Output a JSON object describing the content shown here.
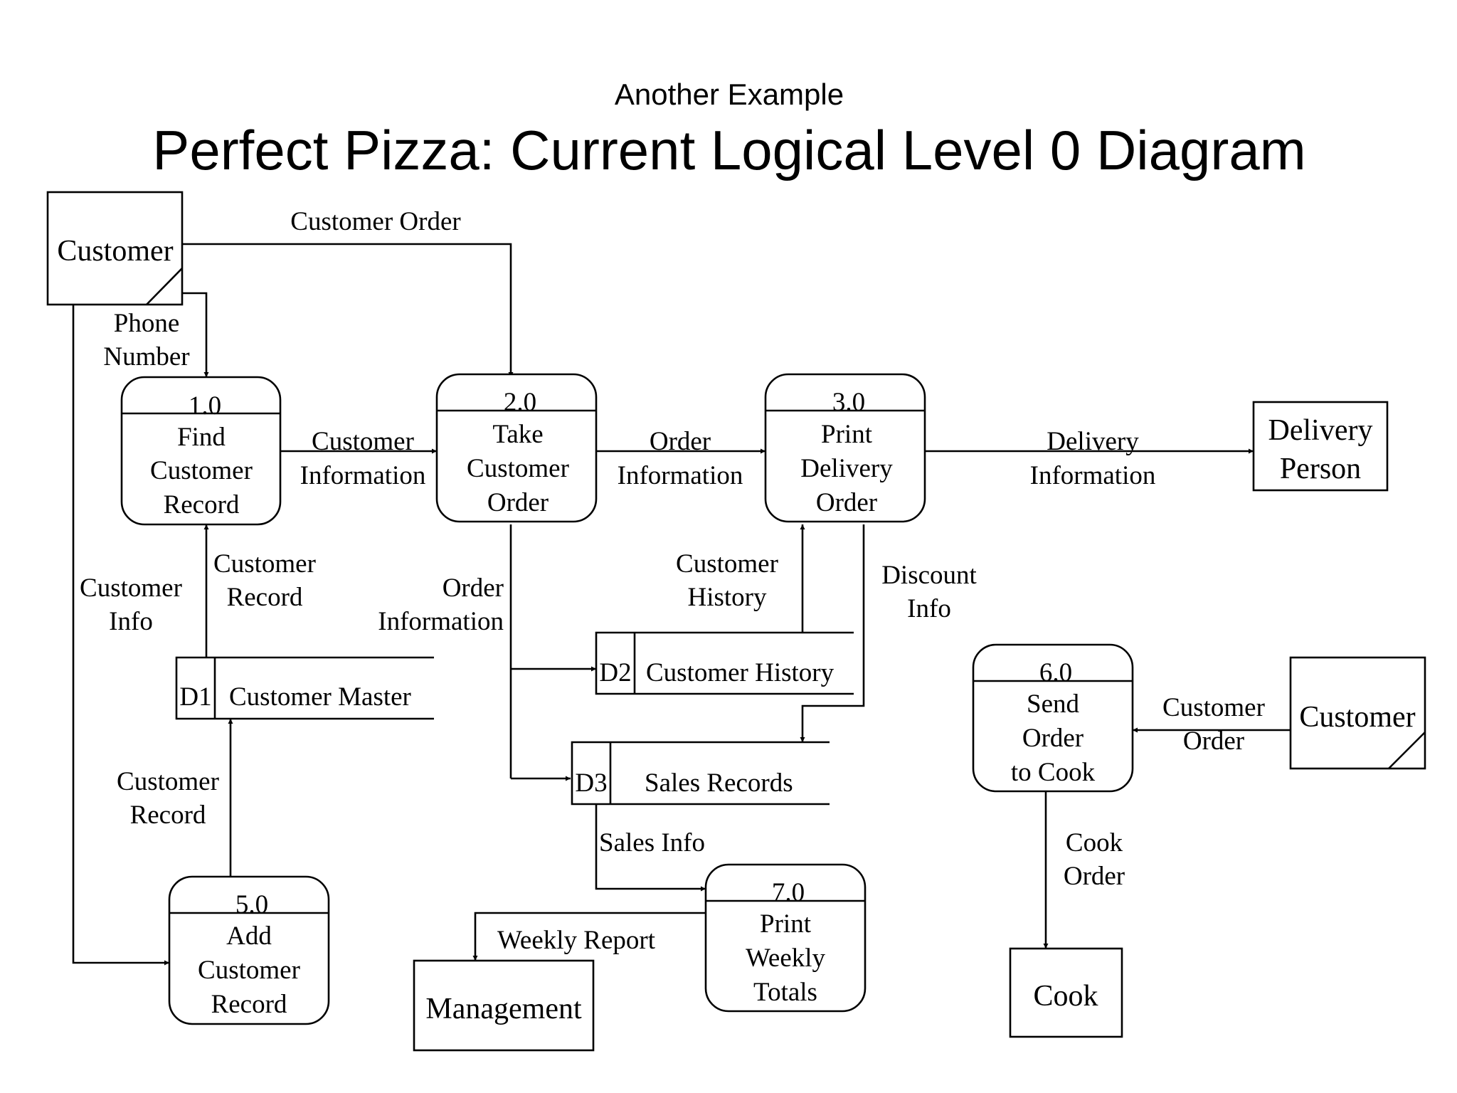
{
  "header": {
    "subtitle": "Another Example",
    "title": "Perfect Pizza: Current Logical Level 0 Diagram"
  },
  "entities": {
    "customer_top": "Customer",
    "delivery_person": [
      "Delivery",
      "Person"
    ],
    "customer_right": "Customer",
    "management": "Management",
    "cook": "Cook"
  },
  "processes": {
    "p1": {
      "id": "1.0",
      "lines": [
        "Find",
        "Customer",
        "Record"
      ]
    },
    "p2": {
      "id": "2.0",
      "lines": [
        "Take",
        "Customer",
        "Order"
      ]
    },
    "p3": {
      "id": "3.0",
      "lines": [
        "Print",
        "Delivery",
        "Order"
      ]
    },
    "p5": {
      "id": "5.0",
      "lines": [
        "Add",
        "Customer",
        "Record"
      ]
    },
    "p6": {
      "id": "6.0",
      "lines": [
        "Send",
        "Order",
        "to Cook"
      ]
    },
    "p7": {
      "id": "7.0",
      "lines": [
        "Print",
        "Weekly",
        "Totals"
      ]
    }
  },
  "stores": {
    "d1": {
      "id": "D1",
      "name": "Customer Master"
    },
    "d2": {
      "id": "D2",
      "name": "Customer History"
    },
    "d3": {
      "id": "D3",
      "name": "Sales Records"
    }
  },
  "flows": {
    "customer_order_top": "Customer Order",
    "phone_number": [
      "Phone",
      "Number"
    ],
    "customer_information": [
      "Customer",
      "Information"
    ],
    "order_information_23": [
      "Order",
      "Information"
    ],
    "delivery_information": [
      "Delivery",
      "Information"
    ],
    "customer_info": [
      "Customer",
      "Info"
    ],
    "customer_record_d1_p1": [
      "Customer",
      "Record"
    ],
    "order_information_down": [
      "Order",
      "Information"
    ],
    "customer_history": [
      "Customer",
      "History"
    ],
    "discount_info": [
      "Discount",
      "Info"
    ],
    "customer_record_p5_d1": [
      "Customer",
      "Record"
    ],
    "sales_info": "Sales Info",
    "weekly_report": "Weekly Report",
    "customer_order_right": [
      "Customer",
      "Order"
    ],
    "cook_order": [
      "Cook",
      "Order"
    ]
  }
}
